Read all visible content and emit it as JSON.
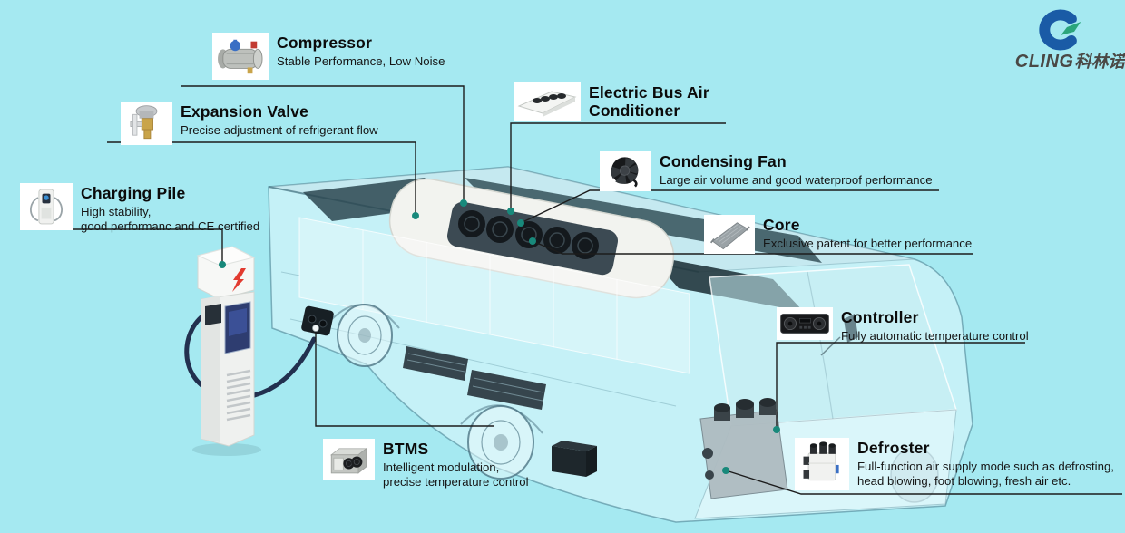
{
  "background_color": "#a5e9f1",
  "colors": {
    "connector_line": "#1c1c1c",
    "connector_dot": "#18897b",
    "logo_blue": "#1a5ba6",
    "logo_green": "#2ba57c",
    "title_text": "#0b0b0b",
    "subtitle_text": "#161616"
  },
  "logo": {
    "latin": "CLING",
    "chinese": "科林诺"
  },
  "labels": [
    {
      "id": "compressor",
      "title": "Compressor",
      "subtitle_lines": [
        "Stable Performance, Low Noise"
      ]
    },
    {
      "id": "expansion-valve",
      "title": "Expansion Valve",
      "subtitle_lines": [
        "Precise adjustment of refrigerant flow"
      ]
    },
    {
      "id": "charging-pile",
      "title": "Charging Pile",
      "subtitle_lines": [
        "High stability,",
        "good performanc and CE certified"
      ]
    },
    {
      "id": "electric-bus-air-conditioner",
      "title": "Electric Bus Air",
      "title2": "Conditioner",
      "subtitle_lines": []
    },
    {
      "id": "condensing-fan",
      "title": "Condensing Fan",
      "subtitle_lines": [
        "Large air volume and good waterproof performance"
      ]
    },
    {
      "id": "core",
      "title": "Core",
      "subtitle_lines": [
        "Exclusive patent for better performance"
      ]
    },
    {
      "id": "controller",
      "title": "Controller",
      "subtitle_lines": [
        "Fully automatic temperature control"
      ]
    },
    {
      "id": "btms",
      "title": "BTMS",
      "subtitle_lines": [
        "Intelligent modulation,",
        "precise temperature control"
      ]
    },
    {
      "id": "defroster",
      "title": "Defroster",
      "subtitle_lines": [
        "Full-function air supply mode such as defrosting,",
        "head blowing, foot blowing, fresh air etc."
      ]
    }
  ]
}
